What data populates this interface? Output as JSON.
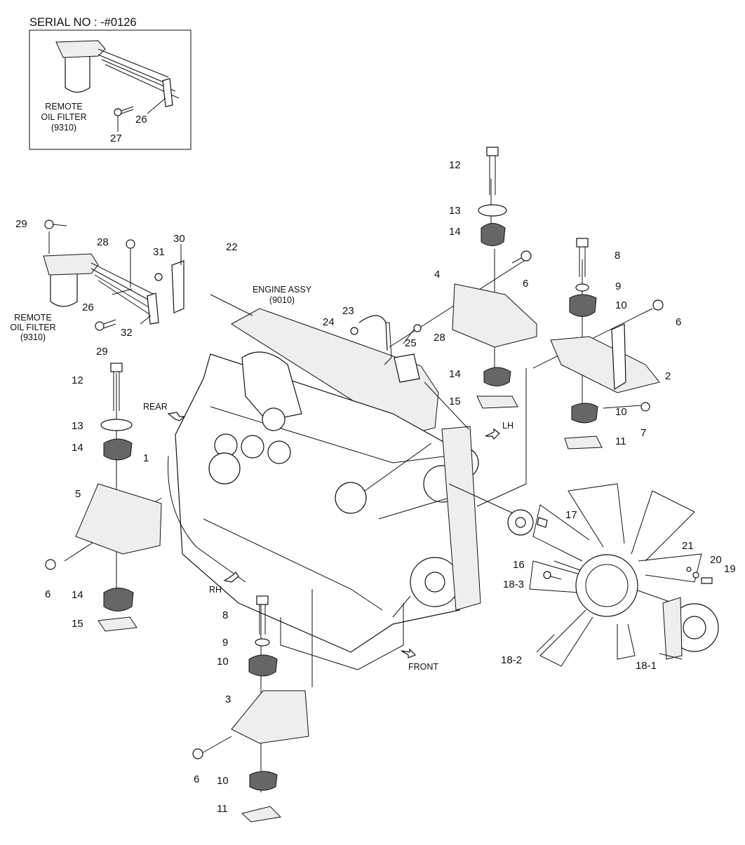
{
  "header": {
    "serial": "SERIAL NO : -#0126"
  },
  "texts": {
    "engine_assy_1": "ENGINE ASSY",
    "engine_assy_2": "(9010)",
    "remote_filter_1": "REMOTE",
    "remote_filter_2": "OIL FILTER",
    "remote_filter_3": "(9310)",
    "rear": "REAR",
    "lh": "LH",
    "rh": "RH",
    "front": "FRONT"
  },
  "callouts": {
    "c1": "1",
    "c2": "2",
    "c3": "3",
    "c4": "4",
    "c5": "5",
    "c6": "6",
    "c7": "7",
    "c8": "8",
    "c9": "9",
    "c10": "10",
    "c11": "11",
    "c12": "12",
    "c13": "13",
    "c14": "14",
    "c15": "15",
    "c16": "16",
    "c17": "17",
    "c18_1": "18-1",
    "c18_2": "18-2",
    "c18_3": "18-3",
    "c19": "19",
    "c20": "20",
    "c21": "21",
    "c22": "22",
    "c23": "23",
    "c24": "24",
    "c25": "25",
    "c26": "26",
    "c27": "27",
    "c28": "28",
    "c29": "29",
    "c30": "30",
    "c31": "31",
    "c32": "32"
  }
}
